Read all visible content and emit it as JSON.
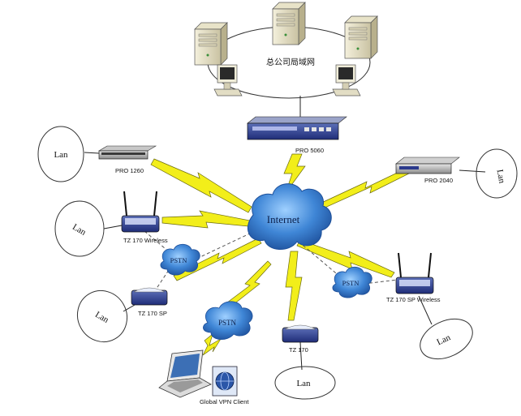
{
  "hq": {
    "label": "总公司局域网"
  },
  "internet": {
    "label": "Internet"
  },
  "devices": {
    "pro5060": "PRO 5060",
    "pro1260": "PRO 1260",
    "pro2040": "PRO 2040",
    "tz170wireless": "TZ 170 Wireless",
    "tz170sp": "TZ 170 SP",
    "tz170spwireless": "TZ 170 SP Wireless",
    "tz170": "TZ 170",
    "vpnclient": "Global VPN Client"
  },
  "pstn": {
    "left": "PSTN",
    "right": "PSTN",
    "bottom": "PSTN"
  },
  "lans": {
    "pro1260": "Lan",
    "tz170wireless": "Lan",
    "tz170sp": "Lan",
    "tz170": "Lan",
    "tz170spwireless": "Lan",
    "pro2040": "Lan"
  },
  "colors": {
    "bolt": "#f2ee1a",
    "cloud": "#3f86d6",
    "device": "#2b3a8c"
  }
}
